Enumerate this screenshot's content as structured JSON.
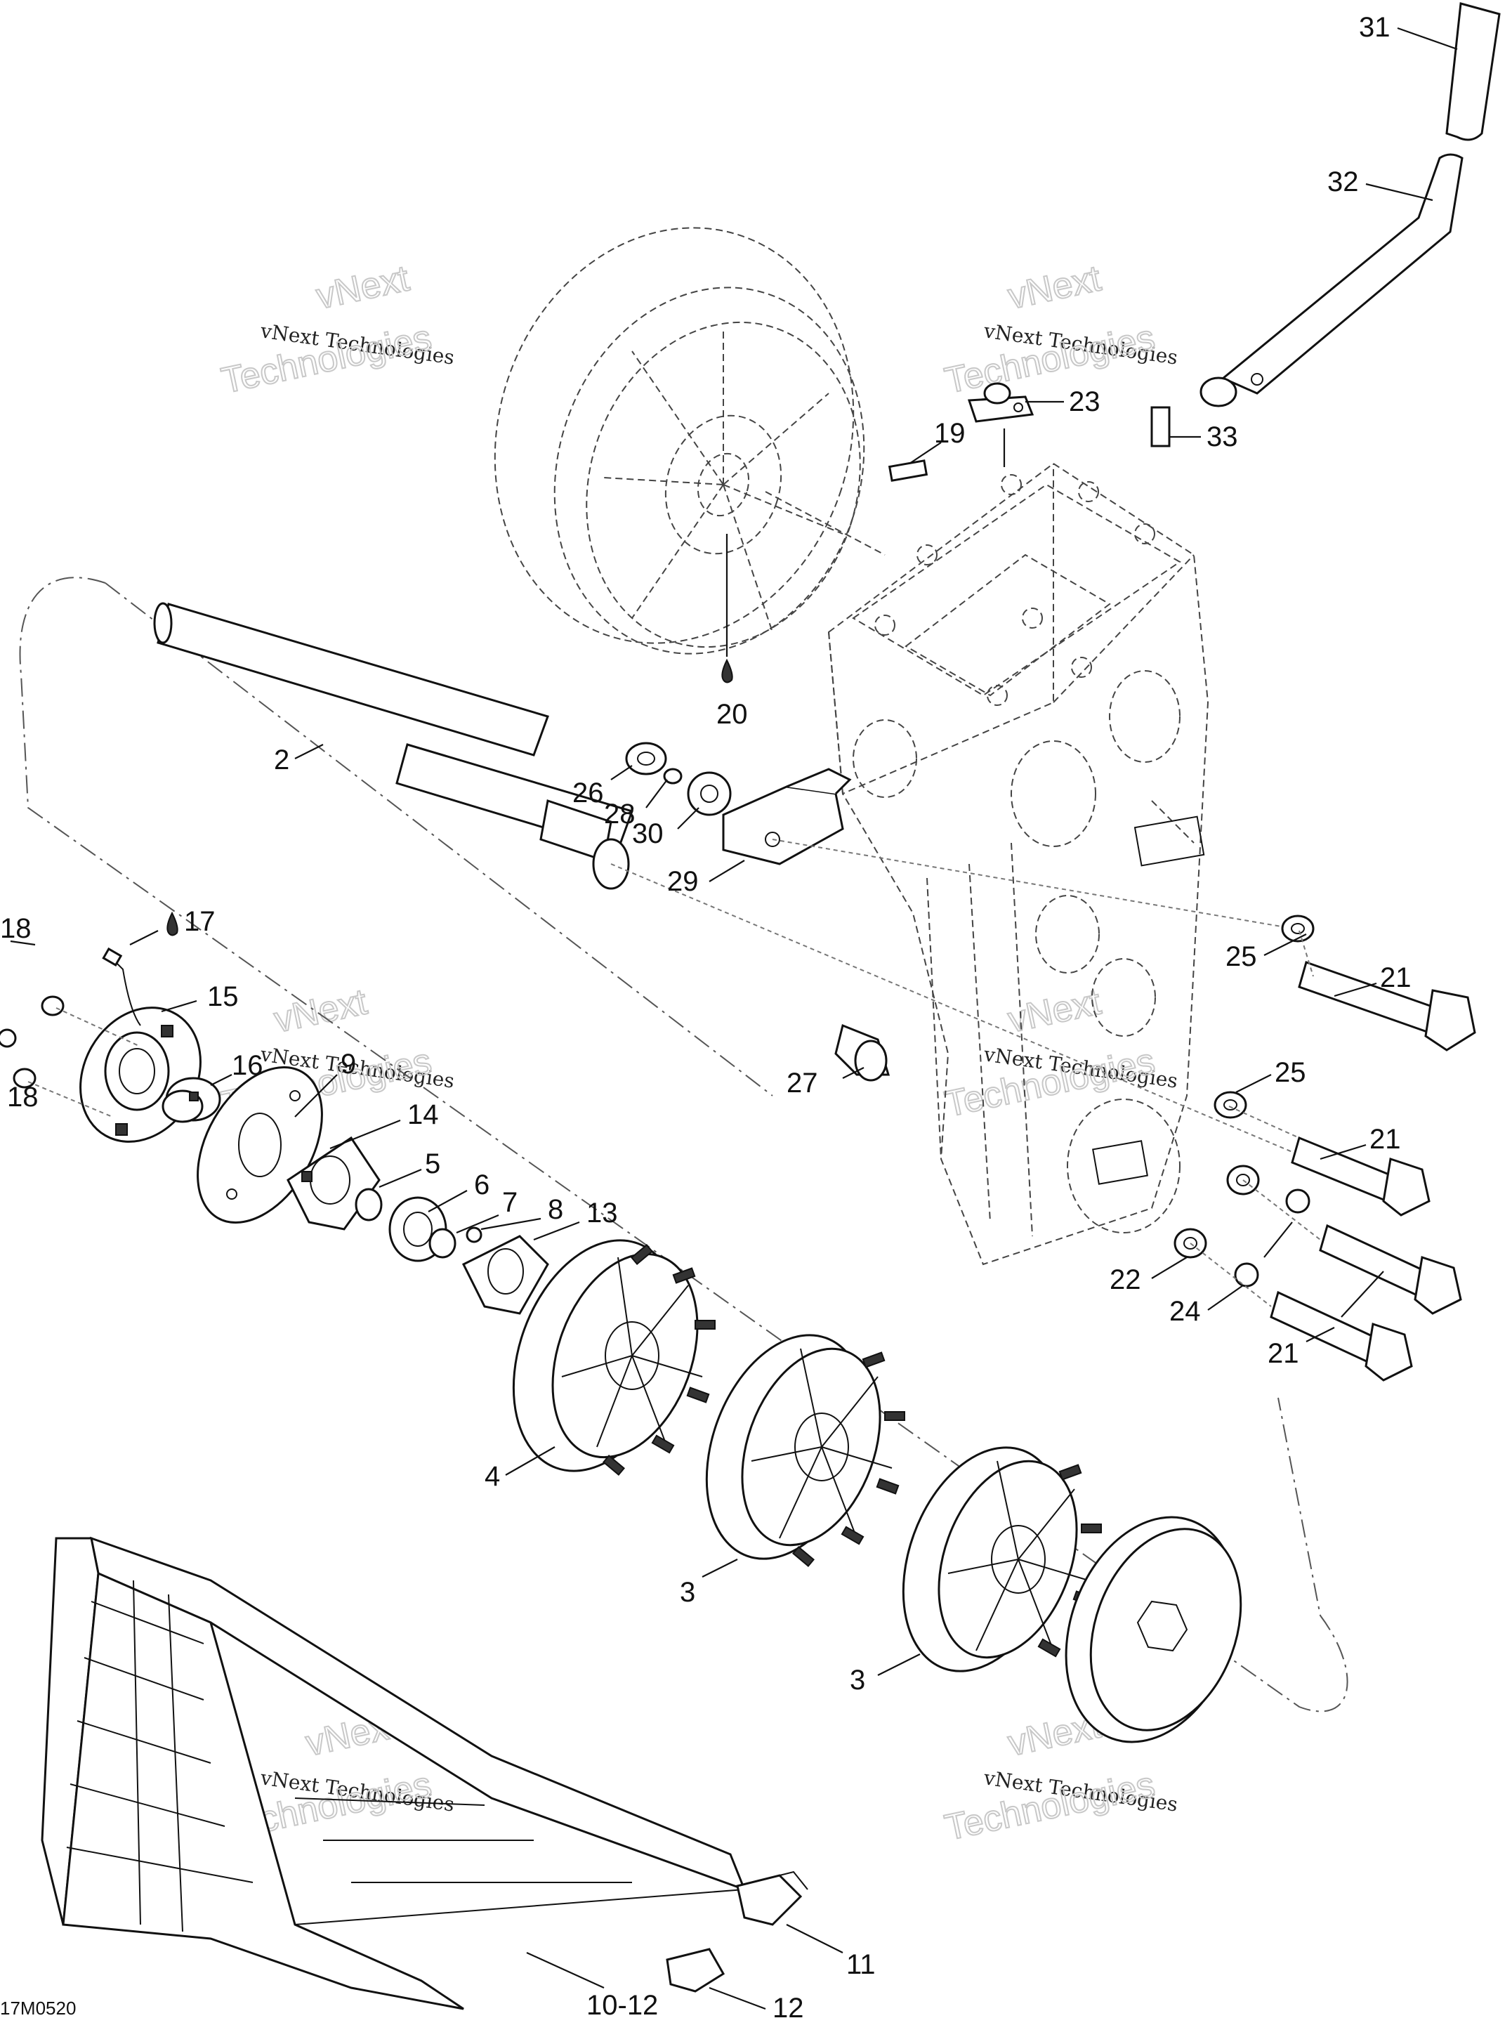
{
  "labels": {
    "l31": "31",
    "l32": "32",
    "l23": "23",
    "l19": "19",
    "l33": "33",
    "l20": "20",
    "l2": "2",
    "l26": "26",
    "l28": "28",
    "l30": "30",
    "l29": "29",
    "l18a": "18",
    "l17": "17",
    "l15": "15",
    "l16": "16",
    "l9": "9",
    "l18b": "18",
    "l25a": "25",
    "l21a": "21",
    "l27": "27",
    "l25b": "25",
    "l21b": "21",
    "l14": "14",
    "l5": "5",
    "l6": "6",
    "l7": "7",
    "l8": "8",
    "l13": "13",
    "l22": "22",
    "l24": "24",
    "l21c": "21",
    "l4": "4",
    "l3a": "3",
    "l3b": "3",
    "l11": "11",
    "l10_12": "10-12",
    "l12": "12"
  },
  "watermark": {
    "line1": "vNext",
    "line2": "vNext Technologies",
    "line3": "Technologies"
  },
  "drawing_code": "17M0520"
}
